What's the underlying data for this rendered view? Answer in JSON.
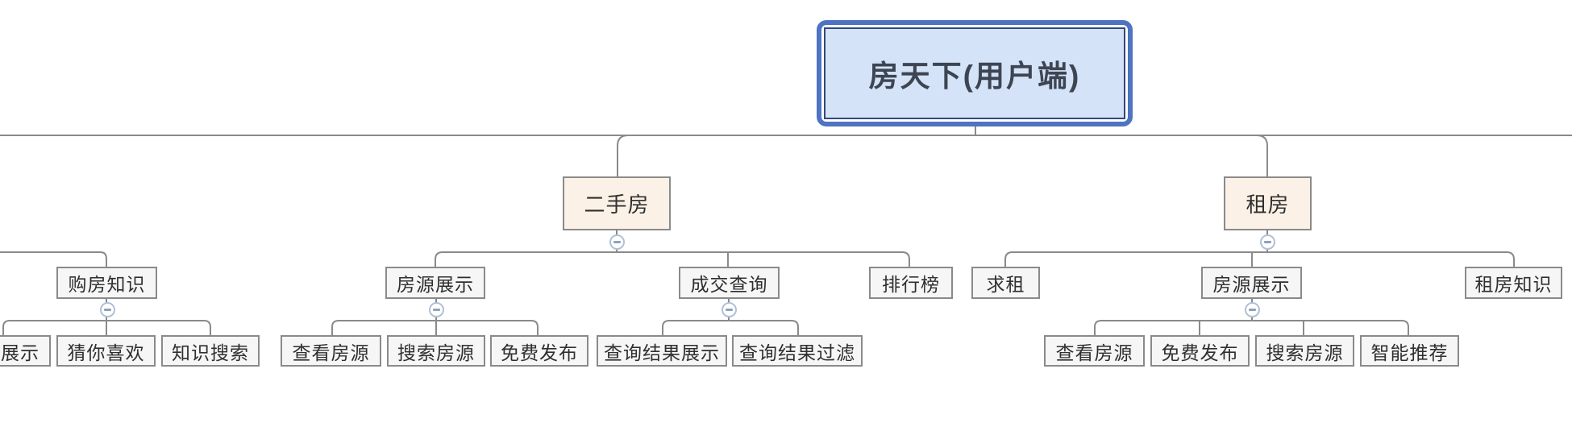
{
  "diagram_type": "mindmap-org-chart",
  "hierarchy": {
    "root": "房天下(用户端)",
    "branches": [
      {
        "label": "",
        "offscreen_left": true,
        "children": [
          {
            "label": "购房知识",
            "collapse_icon": "minus",
            "children": [
              {
                "label": "展示",
                "clipped_left": true
              },
              {
                "label": "猜你喜欢"
              },
              {
                "label": "知识搜索"
              }
            ]
          }
        ]
      },
      {
        "label": "二手房",
        "collapse_icon": "minus",
        "children": [
          {
            "label": "房源展示",
            "collapse_icon": "minus",
            "children": [
              {
                "label": "查看房源"
              },
              {
                "label": "搜索房源"
              },
              {
                "label": "免费发布"
              }
            ]
          },
          {
            "label": "成交查询",
            "collapse_icon": "minus",
            "children": [
              {
                "label": "查询结果展示"
              },
              {
                "label": "查询结果过滤"
              }
            ]
          },
          {
            "label": "排行榜"
          }
        ]
      },
      {
        "label": "租房",
        "collapse_icon": "minus",
        "children": [
          {
            "label": "求租"
          },
          {
            "label": "房源展示",
            "collapse_icon": "minus",
            "children": [
              {
                "label": "查看房源"
              },
              {
                "label": "免费发布"
              },
              {
                "label": "搜索房源"
              },
              {
                "label": "智能推荐"
              }
            ]
          },
          {
            "label": "租房知识"
          }
        ]
      }
    ]
  },
  "colors": {
    "root_border": "#4d73c2",
    "root_inner_border": "#33497a",
    "root_fill": "#d4e3f8",
    "branch_fill": "#fcf1e6",
    "node_fill": "#f6f6f6",
    "node_border": "#8a8a8a",
    "connector_line": "#8a8a8a",
    "collapse_icon_border": "#b0c0d6",
    "collapse_icon_glyph": "#8fa2bd",
    "text": "#2f2f2f"
  }
}
